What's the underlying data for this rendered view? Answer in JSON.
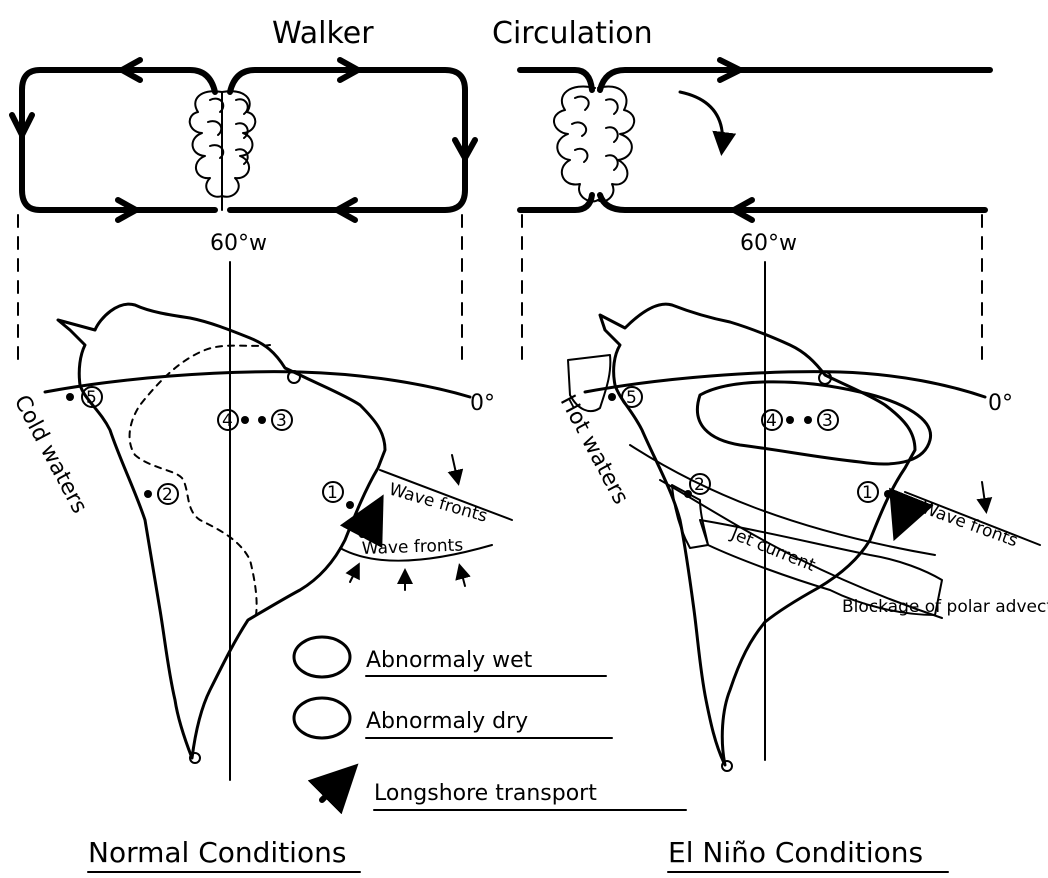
{
  "title": {
    "left": "Walker",
    "right": "Circulation"
  },
  "meridian_label": "60°w",
  "equator_label": "0°",
  "panels": {
    "normal": {
      "caption": "Normal Conditions",
      "coast_label": "Cold waters",
      "wave_fronts_1": "Wave fronts",
      "wave_fronts_2": "Wave fronts",
      "sites": [
        "1",
        "2",
        "3",
        "4",
        "5"
      ]
    },
    "el_nino": {
      "caption": "El Niño Conditions",
      "coast_label": "Hot waters",
      "wave_fronts": "Wave fronts",
      "jet_label": "Jet current",
      "blockage_label": "Blockage of polar advections",
      "sites": [
        "1",
        "2",
        "3",
        "4",
        "5"
      ]
    }
  },
  "legend": {
    "wet": "Abnormaly wet",
    "dry": "Abnormaly dry",
    "longshore": "Longshore transport"
  }
}
